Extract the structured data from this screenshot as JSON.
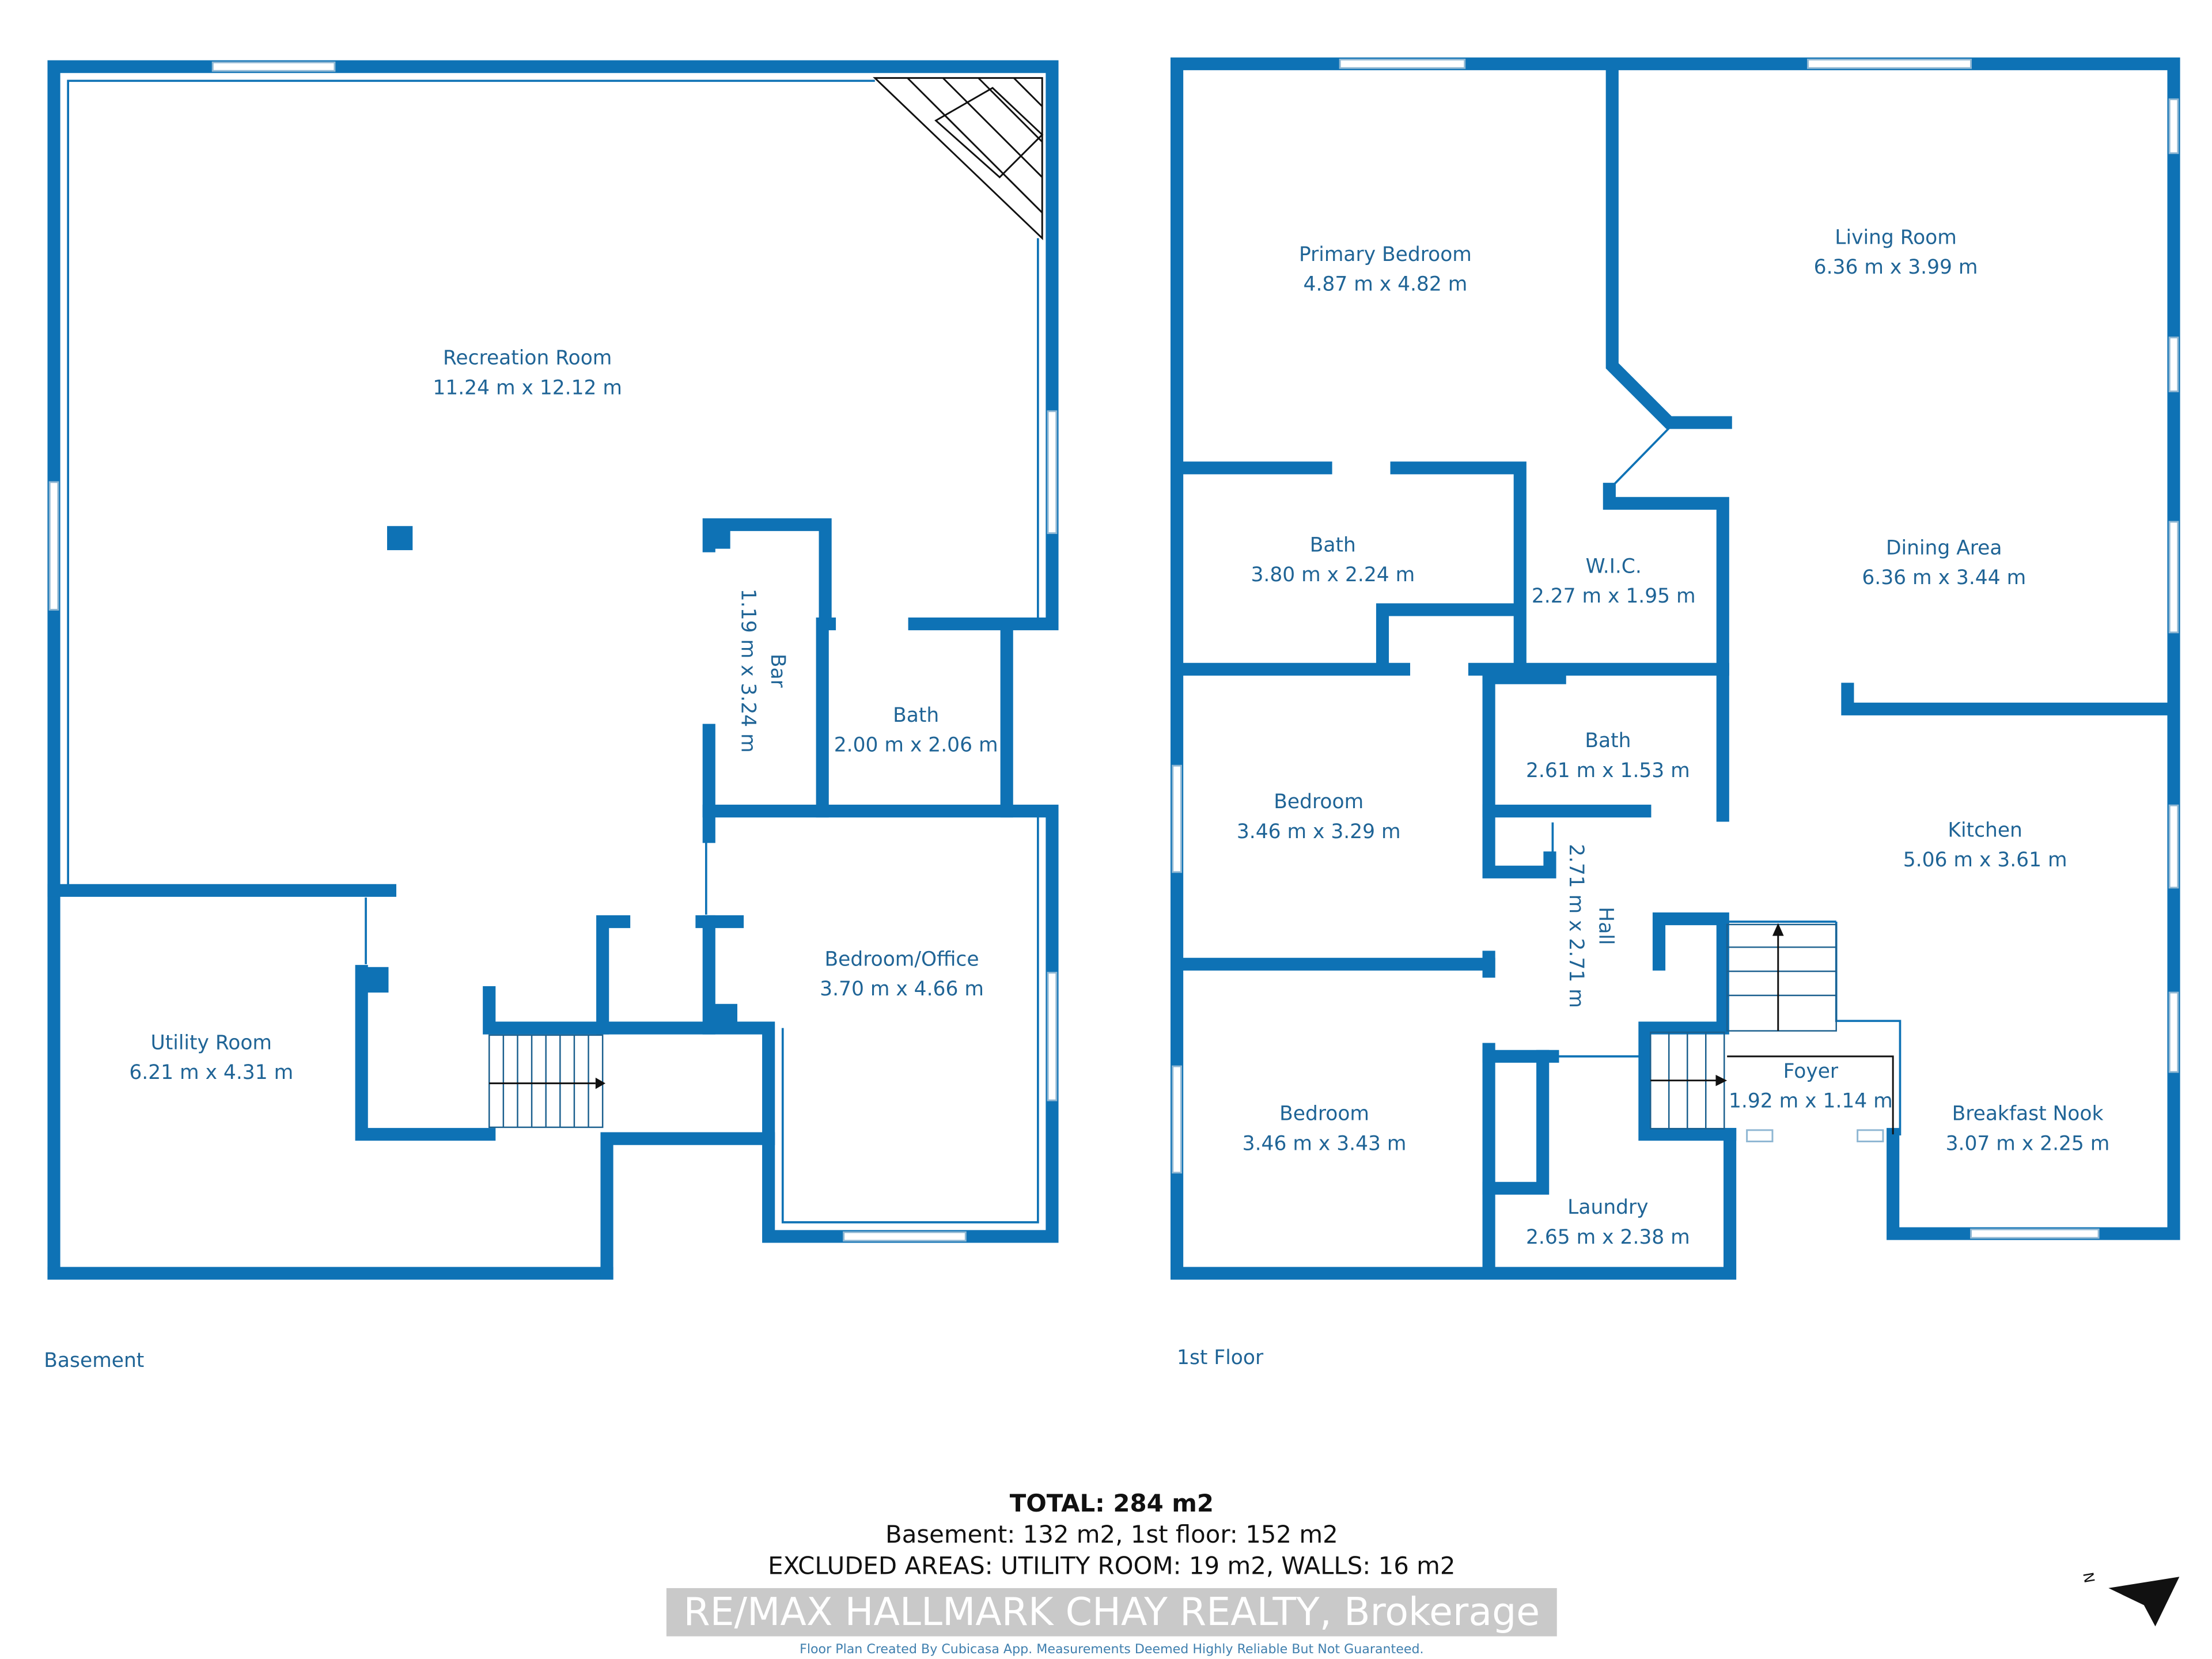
{
  "colors": {
    "wall": "#0e72b5",
    "label": "#1f6496"
  },
  "basement": {
    "label": "Basement",
    "rooms": [
      {
        "name": "Recreation Room",
        "dims": "11.24 m x 12.12 m"
      },
      {
        "name": "Bar",
        "dims": "1.19 m x 3.24 m"
      },
      {
        "name": "Bath",
        "dims": "2.00 m x 2.06 m"
      },
      {
        "name": "Bedroom/Office",
        "dims": "3.70 m x 4.66 m"
      },
      {
        "name": "Utility Room",
        "dims": "6.21 m x 4.31 m"
      }
    ]
  },
  "first_floor": {
    "label": "1st Floor",
    "rooms": [
      {
        "name": "Primary Bedroom",
        "dims": "4.87 m x 4.82 m"
      },
      {
        "name": "Living Room",
        "dims": "6.36 m x 3.99 m"
      },
      {
        "name": "Bath",
        "dims": "3.80 m x 2.24 m"
      },
      {
        "name": "W.I.C.",
        "dims": "2.27 m x 1.95 m"
      },
      {
        "name": "Dining Area",
        "dims": "6.36 m x 3.44 m"
      },
      {
        "name": "Bath",
        "dims": "2.61 m x 1.53 m"
      },
      {
        "name": "Bedroom",
        "dims": "3.46 m x 3.29 m"
      },
      {
        "name": "Kitchen",
        "dims": "5.06 m x 3.61 m"
      },
      {
        "name": "Hall",
        "dims": "2.71 m x 2.71 m"
      },
      {
        "name": "Foyer",
        "dims": "1.92 m x 1.14 m"
      },
      {
        "name": "Bedroom",
        "dims": "3.46 m x 3.43 m"
      },
      {
        "name": "Breakfast Nook",
        "dims": "3.07 m x 2.25 m"
      },
      {
        "name": "Laundry",
        "dims": "2.65 m x 2.38 m"
      }
    ]
  },
  "summary": {
    "total": "TOTAL: 284 m2",
    "floors": "Basement: 132 m2, 1st floor: 152 m2",
    "excluded": "EXCLUDED AREAS: UTILITY ROOM: 19 m2, WALLS: 16 m2"
  },
  "watermark": "RE/MAX HALLMARK CHAY REALTY, Brokerage",
  "disclaimer": "Floor Plan Created By Cubicasa App. Measurements Deemed Highly Reliable But Not Guaranteed.",
  "compass": {
    "label": "N",
    "icon": "north-arrow-icon"
  }
}
